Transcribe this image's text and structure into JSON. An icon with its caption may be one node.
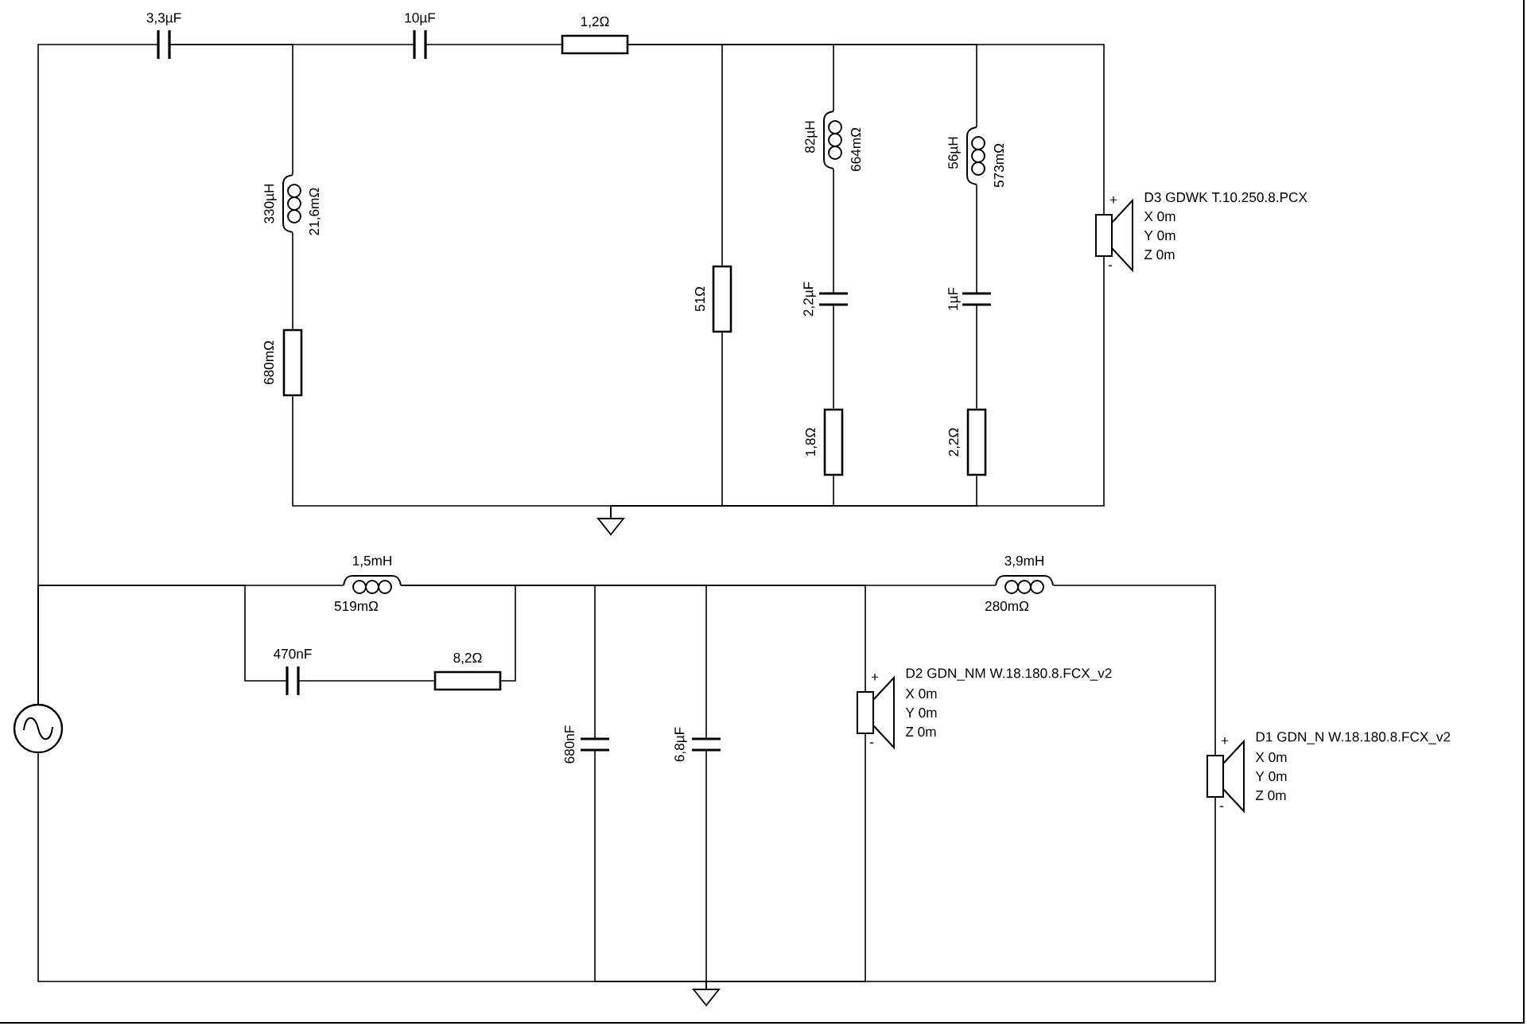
{
  "diagram": {
    "nodes": [
      {
        "text": [
          "3,3µF"
        ]
      },
      {
        "text": [
          "10µF"
        ]
      },
      {
        "text": [
          "1,2Ω"
        ]
      },
      {
        "text": [
          "330µH",
          "21,6mΩ"
        ]
      },
      {
        "text": [
          "680mΩ"
        ]
      },
      {
        "text": [
          "51Ω"
        ]
      },
      {
        "text": [
          "82µH",
          "664mΩ"
        ]
      },
      {
        "text": [
          "2,2µF"
        ]
      },
      {
        "text": [
          "1,8Ω"
        ]
      },
      {
        "text": [
          "56µH",
          "573mΩ"
        ]
      },
      {
        "text": [
          "1µF"
        ]
      },
      {
        "text": [
          "2,2Ω"
        ]
      },
      {
        "text": [
          "+",
          "-",
          "D3 GDWK T.10.250.8.PCX",
          "X 0m",
          "Y 0m",
          "Z 0m"
        ]
      },
      {
        "text": [],
        "shape": "triangle"
      },
      {
        "text": [
          "1,5mH",
          "519mΩ"
        ]
      },
      {
        "text": [
          "470nF"
        ]
      },
      {
        "text": [
          "8,2Ω"
        ]
      },
      {
        "text": [
          "680nF"
        ]
      },
      {
        "text": [
          "6,8µF"
        ]
      },
      {
        "text": [
          "+",
          "-",
          "D2 GDN_NM W.18.180.8.FCX_v2",
          "X 0m",
          "Y 0m",
          "Z 0m"
        ]
      },
      {
        "text": [
          "3,9mH",
          "280mΩ"
        ]
      },
      {
        "text": [
          "+",
          "-",
          "D1 GDN_N W.18.180.8.FCX_v2",
          "X 0m",
          "Y 0m",
          "Z 0m"
        ]
      },
      {
        "text": [],
        "shape": "circle"
      },
      {
        "text": [],
        "shape": "triangle"
      }
    ],
    "edges": [
      {
        "from": 22,
        "to": 0,
        "arrow": "none"
      },
      {
        "from": 22,
        "to": 14,
        "arrow": "none"
      },
      {
        "from": 22,
        "to": 15,
        "arrow": "none"
      },
      {
        "from": 0,
        "to": 3,
        "arrow": "none"
      },
      {
        "from": 0,
        "to": 1,
        "arrow": "none"
      },
      {
        "from": 1,
        "to": 2,
        "arrow": "none"
      },
      {
        "from": 2,
        "to": 5,
        "arrow": "none"
      },
      {
        "from": 2,
        "to": 6,
        "arrow": "none"
      },
      {
        "from": 2,
        "to": 9,
        "arrow": "none"
      },
      {
        "from": 2,
        "to": 12,
        "arrow": "none"
      },
      {
        "from": 3,
        "to": 4,
        "arrow": "none"
      },
      {
        "from": 6,
        "to": 7,
        "arrow": "none"
      },
      {
        "from": 7,
        "to": 8,
        "arrow": "none"
      },
      {
        "from": 9,
        "to": 10,
        "arrow": "none"
      },
      {
        "from": 10,
        "to": 11,
        "arrow": "none"
      },
      {
        "from": 4,
        "to": 13,
        "arrow": "none"
      },
      {
        "from": 5,
        "to": 13,
        "arrow": "none"
      },
      {
        "from": 8,
        "to": 13,
        "arrow": "none"
      },
      {
        "from": 11,
        "to": 13,
        "arrow": "none"
      },
      {
        "from": 12,
        "to": 13,
        "arrow": "none"
      },
      {
        "from": 14,
        "to": 16,
        "arrow": "none"
      },
      {
        "from": 15,
        "to": 16,
        "arrow": "none"
      },
      {
        "from": 14,
        "to": 17,
        "arrow": "none"
      },
      {
        "from": 14,
        "to": 18,
        "arrow": "none"
      },
      {
        "from": 14,
        "to": 19,
        "arrow": "none"
      },
      {
        "from": 14,
        "to": 20,
        "arrow": "none"
      },
      {
        "from": 20,
        "to": 21,
        "arrow": "none"
      },
      {
        "from": 22,
        "to": 23,
        "arrow": "none"
      },
      {
        "from": 17,
        "to": 23,
        "arrow": "none"
      },
      {
        "from": 18,
        "to": 23,
        "arrow": "none"
      },
      {
        "from": 19,
        "to": 23,
        "arrow": "none"
      },
      {
        "from": 21,
        "to": 23,
        "arrow": "none"
      }
    ]
  }
}
